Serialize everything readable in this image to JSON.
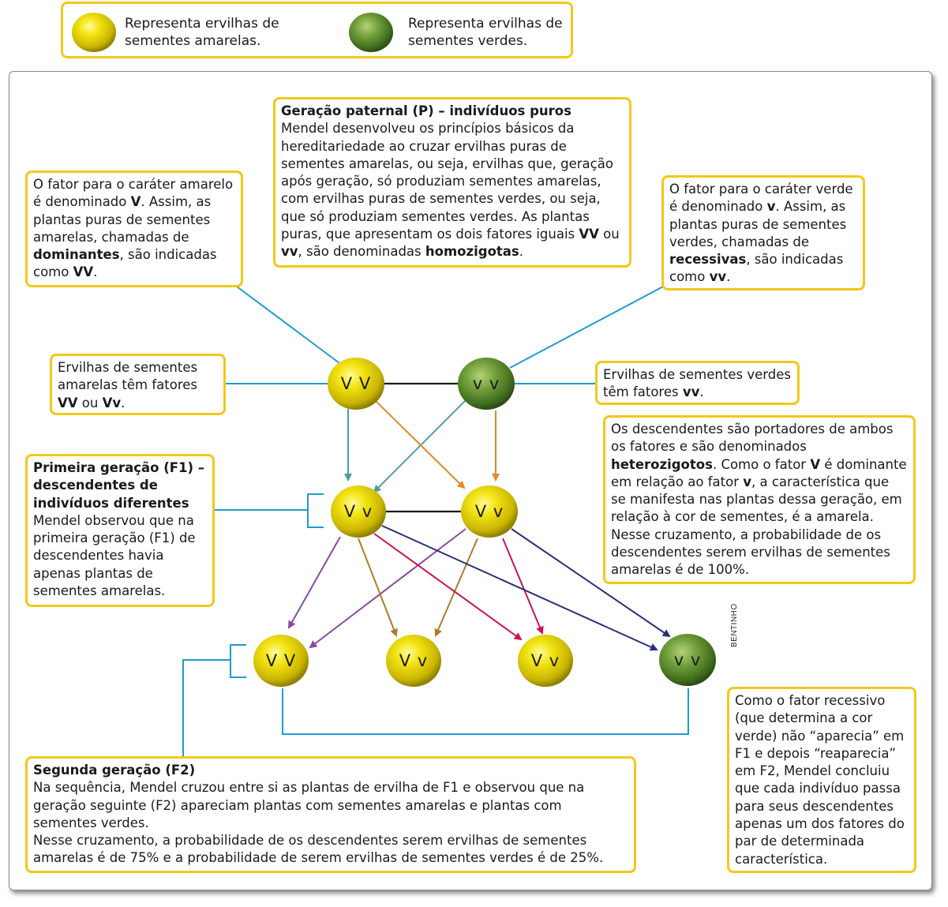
{
  "legend": {
    "yellow_text": "Representa ervilhas de sementes amarelas.",
    "green_text": "Representa ervilhas de sementes verdes."
  },
  "boxes": {
    "parental": {
      "title": "Geração paternal (P) – indivíduos puros",
      "body_1": "Mendel desenvolveu os princípios básicos da hereditariedade ao cruzar ervilhas puras de sementes amarelas, ou seja, ervilhas que, geração após geração, só produziam sementes amarelas, com ervilhas puras de sementes verdes, ou seja, que só produziam sementes verdes. As plantas puras, que apresentam os dois fatores iguais ",
      "bold_1": "VV",
      "body_2": " ou ",
      "bold_2": "vv",
      "body_3": ", são denominadas ",
      "bold_3": "homozigotas",
      "body_4": "."
    },
    "yellow_factor": {
      "p1": "O fator para o caráter amarelo é denominado ",
      "b1": "V",
      "p2": ". Assim, as plantas puras de sementes amarelas, chamadas de ",
      "b2": "dominantes",
      "p3": ", são indicadas como ",
      "b3": "VV",
      "p4": "."
    },
    "green_factor": {
      "p1": "O fator para o caráter verde é denominado ",
      "b1": "v",
      "p2": ". Assim, as plantas puras de sementes verdes, chamadas de ",
      "b2": "recessivas",
      "p3": ", são indicadas como ",
      "b3": "vv",
      "p4": "."
    },
    "yellow_peas": {
      "p1": "Ervilhas de sementes amarelas têm fatores ",
      "b1": "VV",
      "p2": " ou ",
      "b2": "Vv",
      "p3": "."
    },
    "green_peas": {
      "p1": "Ervilhas de sementes verdes têm fatores ",
      "b1": "vv",
      "p2": "."
    },
    "heterozygous": {
      "p1": "Os descendentes são portadores de ambos os fatores e são denominados ",
      "b1": "heterozigotos",
      "p2": ". Como o fator ",
      "b2": "V",
      "p3": " é dominante em relação ao fator ",
      "b3": "v",
      "p4": ", a característica que se manifesta nas plantas dessa geração, em relação à cor de sementes, é a amarela. Nesse cruzamento, a probabilidade de os descendentes serem ervilhas de sementes amarelas é de 100%."
    },
    "f1": {
      "title": "Primeira geração (F1) – descendentes de indivíduos diferentes",
      "body": "Mendel observou que na primeira geração (F1) de descendentes havia apenas plantas de sementes amarelas."
    },
    "f2": {
      "title": "Segunda geração (F2)",
      "body_1": "Na sequência, Mendel cruzou entre si as plantas de ervilha de F1 e observou que na geração seguinte (F2) apareciam plantas com sementes amarelas e plantas com sementes verdes.",
      "body_2": "Nesse cruzamento, a probabilidade de os descendentes serem ervilhas de sementes amarelas é de 75% e a probabilidade de serem ervilhas de sementes verdes é de 25%."
    },
    "recessive": {
      "body": "Como o fator recessivo (que determina a cor verde) não “aparecia” em F1 e depois “reaparecia” em F2, Mendel concluiu que cada indivíduo passa para seus descendentes apenas um dos fatores do par de determinada característica."
    }
  },
  "peas": {
    "p_yellow": "V V",
    "p_green": "v v",
    "f1_left": "V v",
    "f1_right": "V v",
    "f2_1": "V V",
    "f2_2": "V v",
    "f2_3": "V v",
    "f2_4": "v v"
  },
  "credit": "BENTINHO",
  "colors": {
    "box_border": "#f2c81b",
    "connector_blue": "#1f9bd1",
    "arrow_teal": "#4a9ea6",
    "arrow_orange": "#e08a2a",
    "arrow_purple": "#8a4a9e",
    "arrow_brown": "#b07a2c",
    "arrow_magenta": "#c8145a",
    "arrow_navy": "#2a2f7a",
    "pea_yellow": "#e6d60a",
    "pea_green": "#5f8f2d"
  }
}
